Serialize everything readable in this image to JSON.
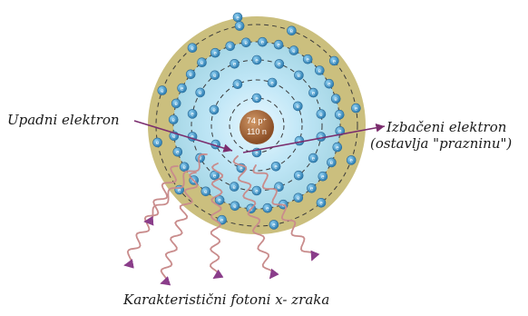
{
  "nucleus": {
    "protons": "74 p⁺",
    "neutrons": "110 n"
  },
  "electron_symbol": "e",
  "labels": {
    "incoming_electron": "Upadni elektron",
    "ejected_electron": "Izbačeni elektron",
    "ejected_note": "(ostavlja \"prazninu\")",
    "photons": "Karakteristični fotoni x- zraka"
  },
  "colors": {
    "outer_atom": "#cbbf7e",
    "inner_glow": "#a9dcef",
    "electron": "#3f8fbf",
    "nucleus": "#a86a3c",
    "arrow": "#7b2d6e",
    "photon_wave": "#c98c8c"
  }
}
